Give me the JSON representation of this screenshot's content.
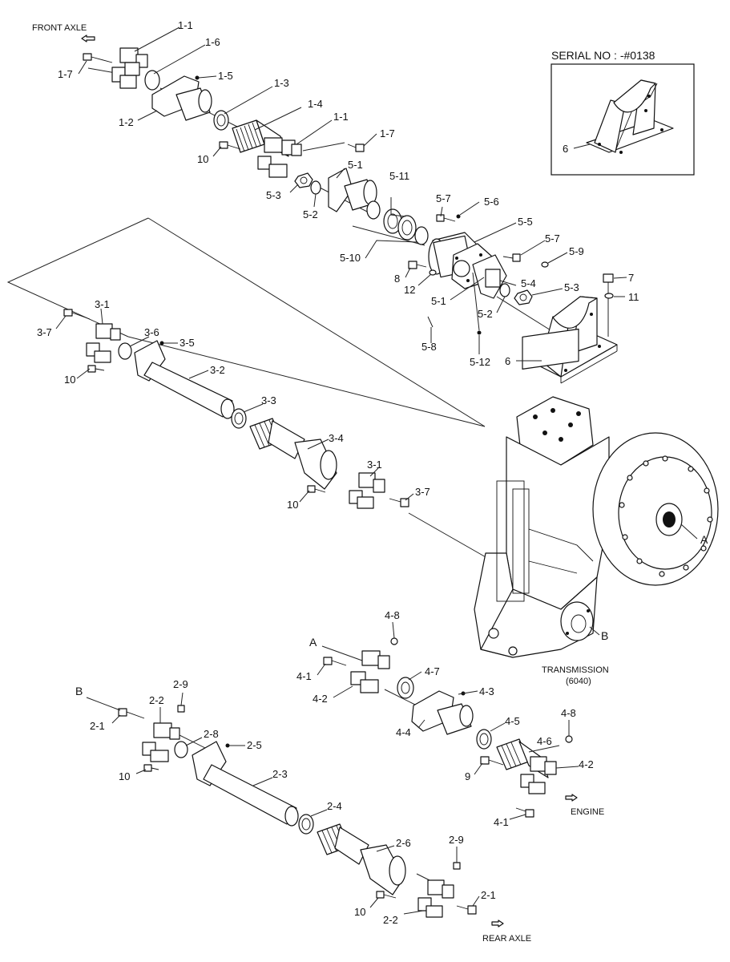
{
  "diagram": {
    "notes": {
      "front_axle": "FRONT AXLE",
      "engine": "ENGINE",
      "rear_axle": "REAR AXLE",
      "transmission": "TRANSMISSION",
      "transmission_model": "(6040)",
      "serial_no": "SERIAL NO : -#0138"
    },
    "callouts": {
      "c1_1a": "1-1",
      "c1_6": "1-6",
      "c1_5": "1-5",
      "c1_7a": "1-7",
      "c1_2": "1-2",
      "c1_3": "1-3",
      "c1_4": "1-4",
      "c1_1b": "1-1",
      "c1_7b": "1-7",
      "c10a": "10",
      "c5_1a": "5-1",
      "c5_11": "5-11",
      "c5_3a": "5-3",
      "c5_2a": "5-2",
      "c5_7a": "5-7",
      "c5_6": "5-6",
      "c5_5": "5-5",
      "c5_7b": "5-7",
      "c5_9": "5-9",
      "c5_10": "5-10",
      "c8": "8",
      "c12": "12",
      "c5_4": "5-4",
      "c5_3b": "5-3",
      "c5_1b": "5-1",
      "c5_2b": "5-2",
      "c7": "7",
      "c11": "11",
      "c5_8": "5-8",
      "c5_12": "5-12",
      "c6a": "6",
      "c6b": "6",
      "c3_1a": "3-1",
      "c3_7a": "3-7",
      "c3_6": "3-6",
      "c3_5": "3-5",
      "c3_2": "3-2",
      "c10b": "10",
      "c3_3": "3-3",
      "c3_4": "3-4",
      "c3_1b": "3-1",
      "c3_7b": "3-7",
      "c10c": "10",
      "cA1": "A",
      "cB1": "B",
      "cA2": "A",
      "cB2": "B",
      "c4_8a": "4-8",
      "c4_1a": "4-1",
      "c4_2a": "4-2",
      "c4_7": "4-7",
      "c4_3": "4-3",
      "c4_4": "4-4",
      "c4_5": "4-5",
      "c4_6": "4-6",
      "c4_8b": "4-8",
      "c4_2b": "4-2",
      "c9": "9",
      "c4_1b": "4-1",
      "c2_9a": "2-9",
      "c2_2a": "2-2",
      "c2_1a": "2-1",
      "c2_8": "2-8",
      "c2_5": "2-5",
      "c10d": "10",
      "c2_3": "2-3",
      "c2_4": "2-4",
      "c2_6": "2-6",
      "c2_9b": "2-9",
      "c2_1b": "2-1",
      "c10e": "10",
      "c2_2b": "2-2"
    }
  }
}
